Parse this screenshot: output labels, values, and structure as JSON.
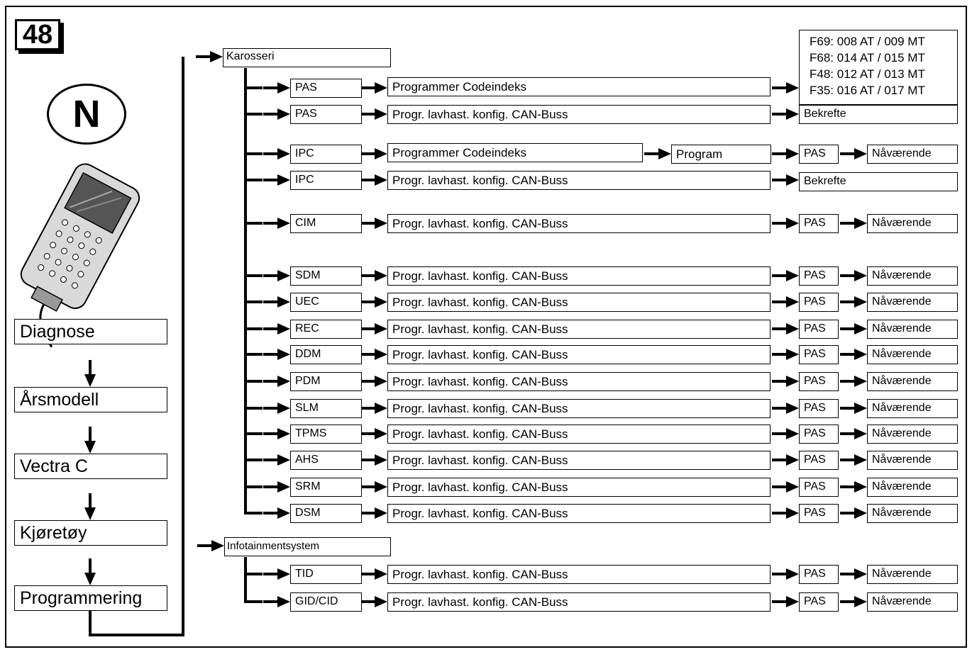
{
  "badge": "48",
  "country": "N",
  "sidebar": [
    "Diagnose",
    "Årsmodell",
    "Vectra C",
    "Kjøretøy",
    "Programmering"
  ],
  "groups": {
    "karosseri": "Karosseri",
    "infotainment": "Infotainmentsystem"
  },
  "code_list": [
    "F69: 008 AT / 009 MT",
    "F68: 014 AT / 015 MT",
    "F48: 012 AT / 013 MT",
    "F35: 016 AT / 017 MT"
  ],
  "rows": [
    {
      "module": "PAS",
      "action": "Programmer Codeindeks"
    },
    {
      "module": "PAS",
      "action": "Progr. lavhast. konfig. CAN-Buss",
      "result": "Bekrefte"
    },
    {
      "module": "IPC",
      "action": "Programmer Codeindeks",
      "step": "Program",
      "pas": "PAS",
      "state": "Nåværende"
    },
    {
      "module": "IPC",
      "action": "Progr. lavhast. konfig. CAN-Buss",
      "result": "Bekrefte"
    },
    {
      "module": "CIM",
      "action": "Progr. lavhast. konfig. CAN-Buss",
      "pas": "PAS",
      "state": "Nåværende"
    },
    {
      "module": "SDM",
      "action": "Progr. lavhast. konfig. CAN-Buss",
      "pas": "PAS",
      "state": "Nåværende"
    },
    {
      "module": "UEC",
      "action": "Progr. lavhast. konfig. CAN-Buss",
      "pas": "PAS",
      "state": "Nåværende"
    },
    {
      "module": "REC",
      "action": "Progr. lavhast. konfig. CAN-Buss",
      "pas": "PAS",
      "state": "Nåværende"
    },
    {
      "module": "DDM",
      "action": "Progr. lavhast. konfig. CAN-Buss",
      "pas": "PAS",
      "state": "Nåværende"
    },
    {
      "module": "PDM",
      "action": "Progr. lavhast. konfig. CAN-Buss",
      "pas": "PAS",
      "state": "Nåværende"
    },
    {
      "module": "SLM",
      "action": "Progr. lavhast. konfig. CAN-Buss",
      "pas": "PAS",
      "state": "Nåværende"
    },
    {
      "module": "TPMS",
      "action": "Progr. lavhast. konfig. CAN-Buss",
      "pas": "PAS",
      "state": "Nåværende"
    },
    {
      "module": "AHS",
      "action": "Progr. lavhast. konfig. CAN-Buss",
      "pas": "PAS",
      "state": "Nåværende"
    },
    {
      "module": "SRM",
      "action": "Progr. lavhast. konfig. CAN-Buss",
      "pas": "PAS",
      "state": "Nåværende"
    },
    {
      "module": "DSM",
      "action": "Progr. lavhast. konfig. CAN-Buss",
      "pas": "PAS",
      "state": "Nåværende"
    },
    {
      "module": "TID",
      "action": "Progr. lavhast. konfig. CAN-Buss",
      "pas": "PAS",
      "state": "Nåværende"
    },
    {
      "module": "GID/CID",
      "action": "Progr. lavhast. konfig. CAN-Buss",
      "pas": "PAS",
      "state": "Nåværende"
    }
  ]
}
